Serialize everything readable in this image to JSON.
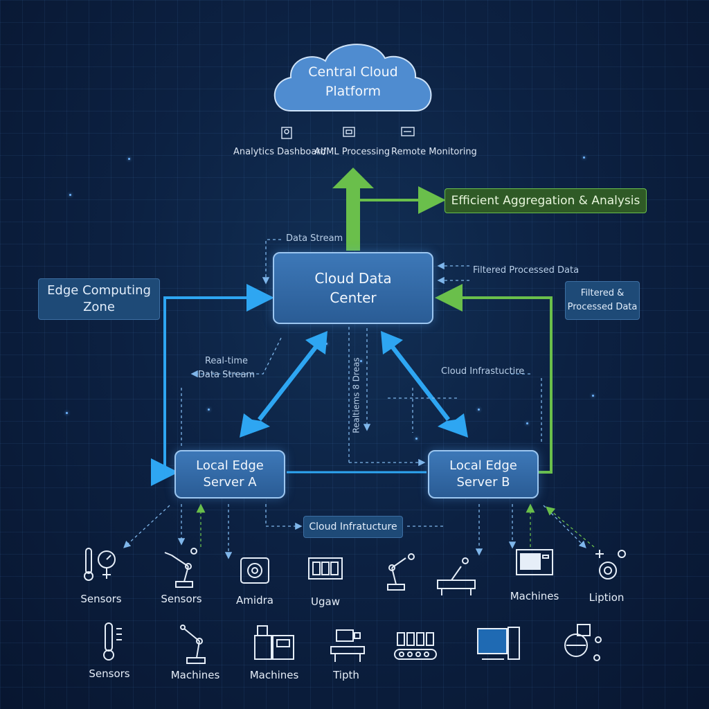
{
  "cloud": {
    "title": "Central Cloud Platform",
    "services": [
      "Analytics Dashboard",
      "AI/ML Processing",
      "Remote Monitoring"
    ]
  },
  "aggregation_label": "Efficient Aggregation & Analysis",
  "edge_zone_label": "Edge Computing Zone",
  "data_center": "Cloud Data Center",
  "server_a": "Local Edge Server A",
  "server_b": "Local Edge Server B",
  "labels": {
    "data_stream": "Data Stream",
    "filtered_processed": "Filtered Processed Data",
    "filtered_panel": "Filtered & Processed Data",
    "realtime": "Real-time Data Stream",
    "vertical_text": "Realtiems 8 Dreas",
    "cloud_infra_text": "Cloud Infrastuctire",
    "cloud_infra_panel": "Cloud Infratucture"
  },
  "devices_row1": [
    "Sensors",
    "Sensors",
    "Amidra",
    "Ugaw",
    "",
    "",
    "Machines",
    "Liption"
  ],
  "devices_row2": [
    "Sensors",
    "Machines",
    "Machines",
    "Tipth",
    "",
    "",
    ""
  ],
  "colors": {
    "accent_blue": "#2ea6f2",
    "accent_green": "#6abf4b",
    "box_fill": "#3568a3"
  }
}
